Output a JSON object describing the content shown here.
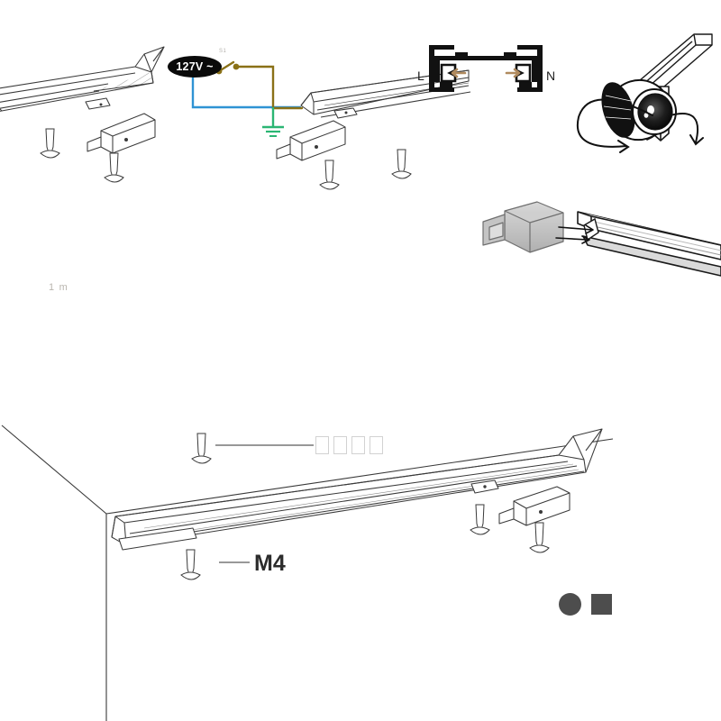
{
  "document": {
    "type": "installation-diagram",
    "subject": "LED track lighting system installation guide",
    "background_color": "#ffffff"
  },
  "wiring": {
    "voltage_label": "127V ~",
    "switch_note": "S1",
    "wires": [
      {
        "name": "live",
        "color": "#8a7117",
        "label": "L"
      },
      {
        "name": "neutral",
        "color": "#2f93d4",
        "label": "N"
      },
      {
        "name": "earth",
        "color": "#2bb673",
        "label": "PE"
      }
    ]
  },
  "track_profile": {
    "left_terminal_label": "L",
    "right_terminal_label": "N",
    "stroke_color": "#111111",
    "contact_color": "#b08a5e"
  },
  "measurements": {
    "track_length_caption": "1 m"
  },
  "hardware": {
    "screw_label": "M4",
    "placeholder_boxes": 4
  },
  "finishes": {
    "swatch_color": "#4d4d4d",
    "swatches": [
      {
        "shape": "circle",
        "color": "#4d4d4d"
      },
      {
        "shape": "square",
        "color": "#4d4d4d"
      }
    ]
  },
  "line_art": {
    "outline_color": "#3a3a3a",
    "connector_body_color": "#c8c8c8",
    "connector_shade_color": "#a9a9a9",
    "spotlight_color": "#111111"
  }
}
